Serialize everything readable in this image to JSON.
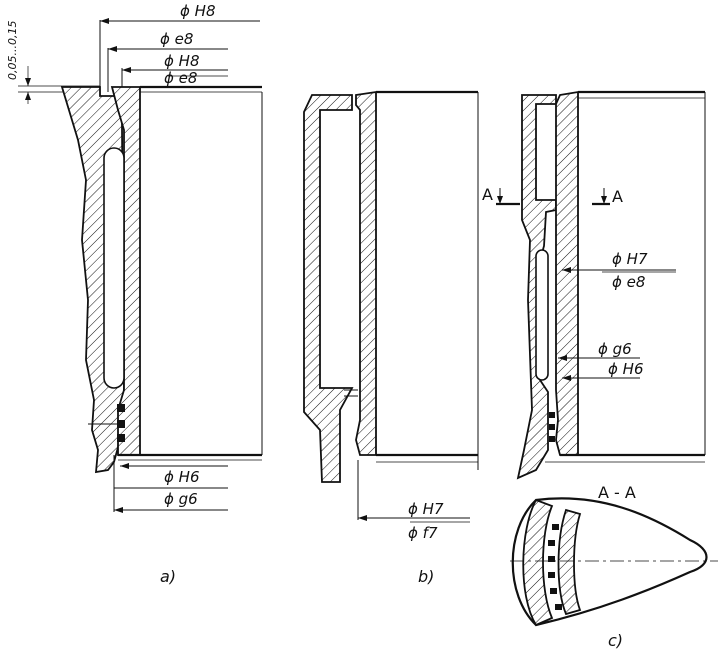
{
  "diagram": {
    "labels": {
      "top_tol": "0,05...0,15",
      "a_h8_outer": "ϕ H8",
      "a_e8_outer": "ϕ e8",
      "a_h8_inner": "ϕ H8",
      "a_e8_inner": "ϕ e8",
      "a_h6": "ϕ H6",
      "a_g6": "ϕ g6",
      "b_h7": "ϕ H7",
      "b_f7": "ϕ f7",
      "c_h7": "ϕ H7",
      "c_e8": "ϕ e8",
      "c_g6": "ϕ g6",
      "c_h6": "ϕ H6",
      "section_left": "A",
      "section_right": "A",
      "section_title": "A - A"
    },
    "captions": {
      "a": "a)",
      "b": "b)",
      "c": "c)"
    }
  }
}
